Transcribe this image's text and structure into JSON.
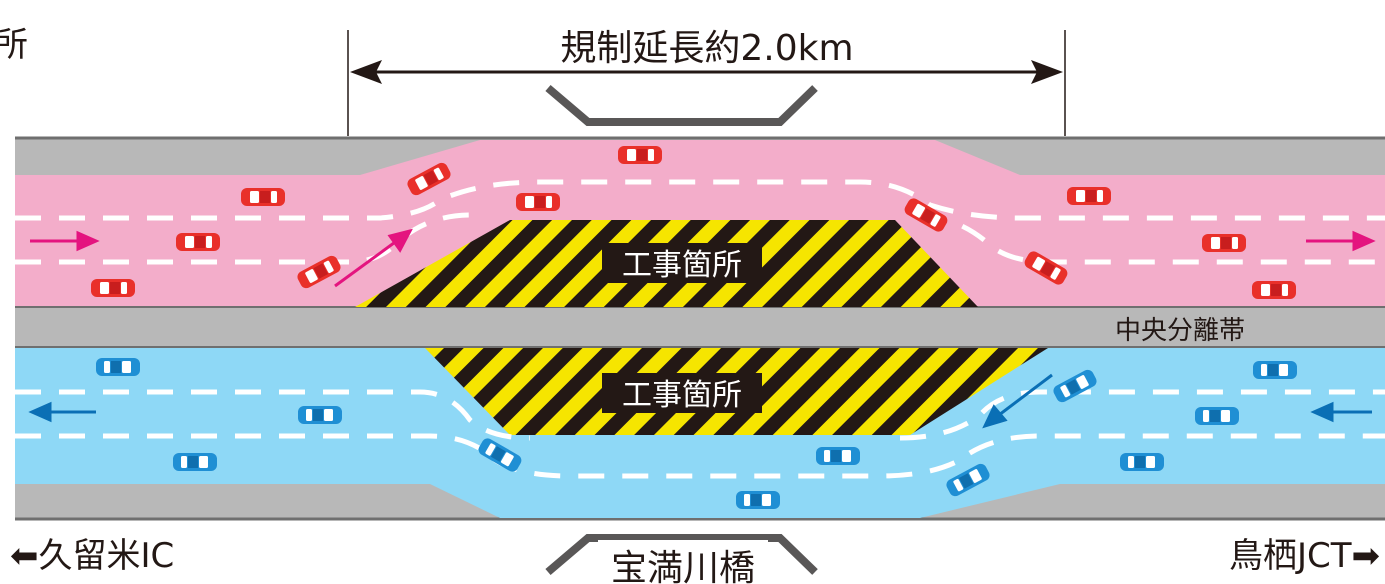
{
  "corner_char": "所",
  "regulation_length": "規制延長約2.0km",
  "construction_labels": [
    "工事箇所",
    "工事箇所"
  ],
  "median_label": "中央分離帯",
  "left_destination": "⬅久留米IC",
  "right_destination": "鳥栖JCT➡",
  "bridge_label": "宝満川橋",
  "colors": {
    "road_gray": "#b8b8b8",
    "edge_line": "#6f6f6f",
    "outbound_lane": "#f3adca",
    "inbound_lane": "#8ed8f6",
    "outbound_arrow": "#e4147f",
    "inbound_arrow": "#0a6fb5",
    "red_car": "#e9302a",
    "blue_car": "#1f8fd4",
    "hatch_yellow": "#f6e500",
    "hatch_black": "#231815"
  }
}
